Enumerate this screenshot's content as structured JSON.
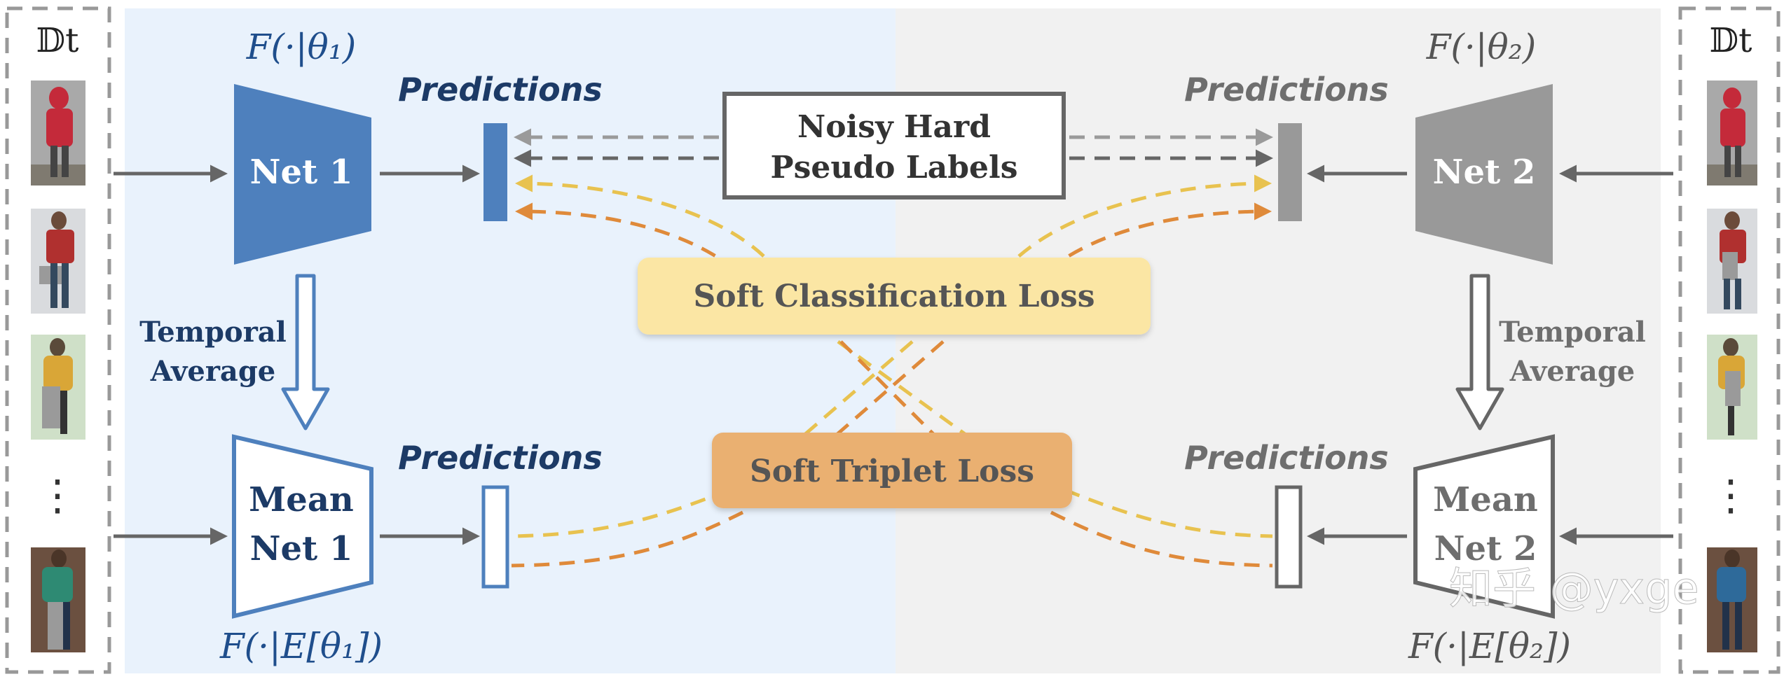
{
  "dataset_label": "𝔻t",
  "labels": {
    "net1": "Net 1",
    "net2": "Net 2",
    "mean_net1": [
      "Mean",
      "Net 1"
    ],
    "mean_net2": [
      "Mean",
      "Net 2"
    ],
    "predictions": "Predictions",
    "temporal_average": [
      "Temporal",
      "Average"
    ],
    "noisy_hard_pseudo_labels": [
      "Noisy Hard",
      "Pseudo Labels"
    ],
    "soft_classification_loss": "Soft Classification Loss",
    "soft_triplet_loss": "Soft Triplet Loss",
    "f_theta1": "F(·|θ₁)",
    "f_theta2": "F(·|θ₂)",
    "f_mean_theta1": "F(·|E[θ₁])",
    "f_mean_theta2": "F(·|E[θ₂])",
    "ellipsis": "⋮",
    "watermark": "知乎 @yxge"
  },
  "colors": {
    "net1_blue": "#4e80bd",
    "net2_gray": "#999999",
    "left_bg": "#e9f2fc",
    "right_bg": "#f1f1f1",
    "label_blue": "#1c3a66",
    "label_gray": "#6e6e6e",
    "yellow_dash": "#e8c24f",
    "orange_dash": "#df8a3a",
    "soft_cls_fill": "#fbe6a4",
    "soft_triplet_fill": "#eab071"
  }
}
